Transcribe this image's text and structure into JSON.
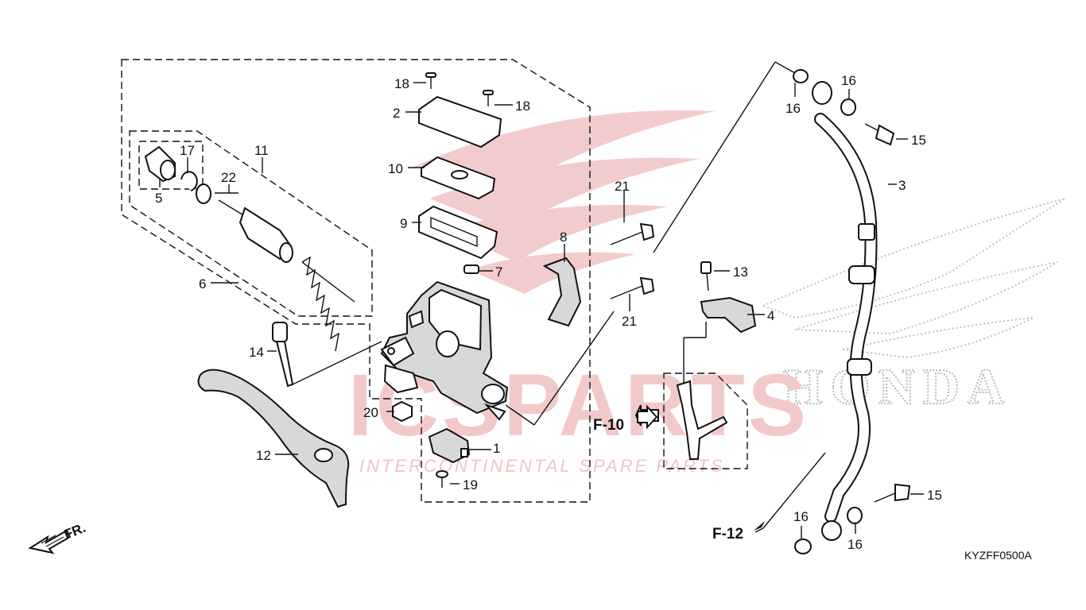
{
  "diagram": {
    "code": "KYZFF0500A",
    "front_label": "FR.",
    "references": [
      {
        "key": "f10",
        "text": "F-10"
      },
      {
        "key": "f12",
        "text": "F-12"
      }
    ],
    "watermark": {
      "brand": "ICSPARTS",
      "subtitle": "INTERCONTINENTAL SPARE PARTS",
      "maker": "HONDA"
    },
    "callouts": {
      "c1": "1",
      "c2": "2",
      "c3": "3",
      "c4": "4",
      "c5": "5",
      "c6": "6",
      "c7": "7",
      "c8": "8",
      "c9": "9",
      "c10": "10",
      "c11": "11",
      "c12": "12",
      "c13": "13",
      "c14": "14",
      "c15a": "15",
      "c15b": "15",
      "c16a": "16",
      "c16b": "16",
      "c16c": "16",
      "c16d": "16",
      "c17": "17",
      "c18a": "18",
      "c18b": "18",
      "c19": "19",
      "c20": "20",
      "c21a": "21",
      "c21b": "21",
      "c22": "22"
    },
    "colors": {
      "watermark_red": "#e8a3a3",
      "watermark_gray": "#b8b8b8",
      "line": "#111111"
    }
  }
}
